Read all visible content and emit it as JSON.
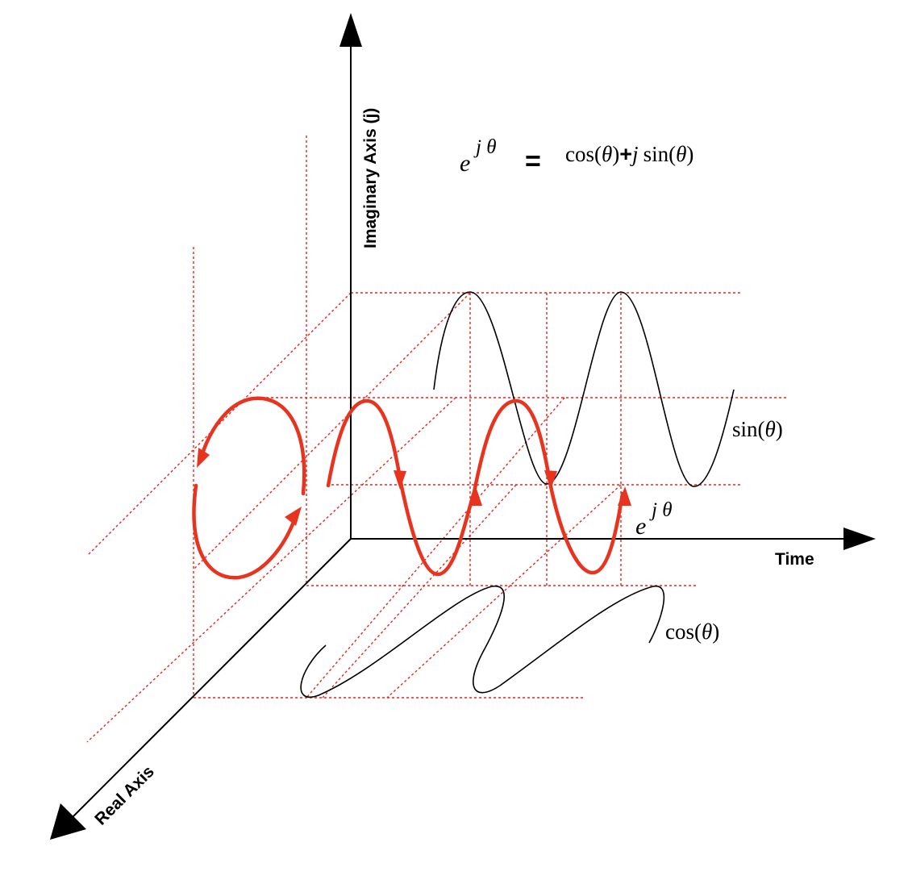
{
  "axes": {
    "vertical": "Imaginary Axis (j)",
    "horizontal": "Time",
    "diagonal": "Real Axis"
  },
  "formula": {
    "base": "e",
    "exponent": "j θ",
    "equals": "=",
    "rhs_cos": "cos",
    "rhs_paren_open": "(",
    "rhs_theta": "θ",
    "rhs_paren_close": ")",
    "rhs_plus": "+",
    "rhs_j": "j",
    "rhs_sin": "sin"
  },
  "labels": {
    "sin": {
      "fn": "sin",
      "open": "(",
      "theta": "θ",
      "close": ")"
    },
    "cos": {
      "fn": "cos",
      "open": "(",
      "theta": "θ",
      "close": ")"
    },
    "helix": {
      "base": "e",
      "exponent": "j θ"
    }
  },
  "colors": {
    "accent_red": "#e8341f",
    "guide_red": "#e8261c",
    "ink": "#000000"
  }
}
